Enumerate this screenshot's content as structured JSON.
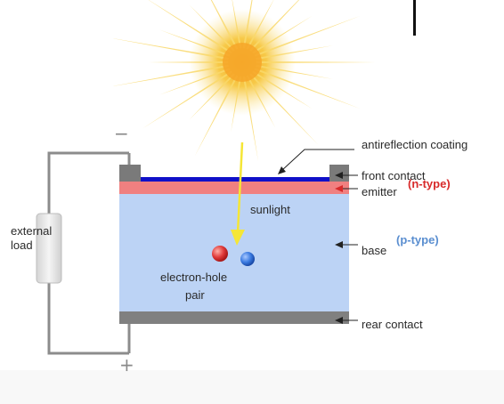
{
  "labels": {
    "antireflection": "antireflection coating",
    "front_contact": "front contact",
    "emitter": "emitter",
    "n_type": "(n-type)",
    "base": "base",
    "p_type": "(p-type)",
    "rear_contact": "rear contact",
    "sunlight": "sunlight",
    "pair_line1": "electron-hole",
    "pair_line2": "pair",
    "load_line1": "external",
    "load_line2": "load",
    "minus": "−",
    "plus": "+"
  },
  "colors": {
    "coating": "#1010c8",
    "emitter": "#f08080",
    "base": "#bcd3f5",
    "contact": "#808080",
    "electron": "#e03a3a",
    "hole": "#3a7ae0",
    "sunlight_arrow": "#f5e636",
    "n_type_text": "#d82a2a",
    "p_type_text": "#5a8ed0"
  },
  "icons": {
    "sun": "sun-burst-icon",
    "sunlight_arrow": "arrow-down-icon"
  }
}
